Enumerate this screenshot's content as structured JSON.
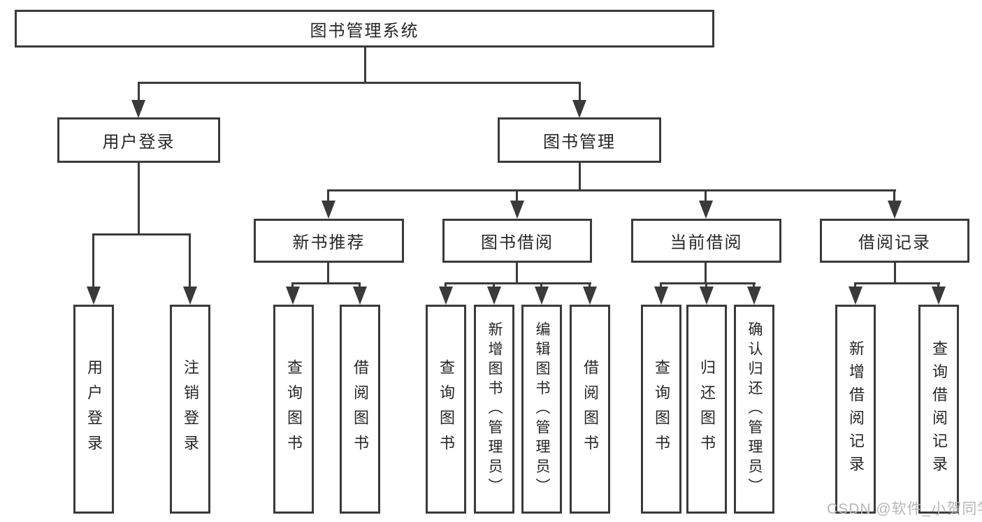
{
  "tree": {
    "root": {
      "label": "图书管理系统",
      "children": [
        {
          "label": "用户登录",
          "children": [
            {
              "label": "用户登录"
            },
            {
              "label": "注销登录"
            }
          ]
        },
        {
          "label": "图书管理",
          "children": [
            {
              "label": "新书推荐",
              "children": [
                {
                  "label": "查询图书"
                },
                {
                  "label": "借阅图书"
                }
              ]
            },
            {
              "label": "图书借阅",
              "children": [
                {
                  "label": "查询图书"
                },
                {
                  "label": "新增图书（管理员）"
                },
                {
                  "label": "编辑图书（管理员）"
                },
                {
                  "label": "借阅图书"
                }
              ]
            },
            {
              "label": "当前借阅",
              "children": [
                {
                  "label": "查询图书"
                },
                {
                  "label": "归还图书"
                },
                {
                  "label": "确认归还（管理员）"
                }
              ]
            },
            {
              "label": "借阅记录",
              "children": [
                {
                  "label": "新增借阅记录"
                },
                {
                  "label": "查询借阅记录"
                }
              ]
            }
          ]
        }
      ]
    }
  },
  "watermark": {
    "text": "CSDN @软件_小贺同学"
  },
  "colors": {
    "line": "#3a3a3a",
    "text": "#262626",
    "background": "#ffffff",
    "watermark": "#b6b6b6"
  }
}
